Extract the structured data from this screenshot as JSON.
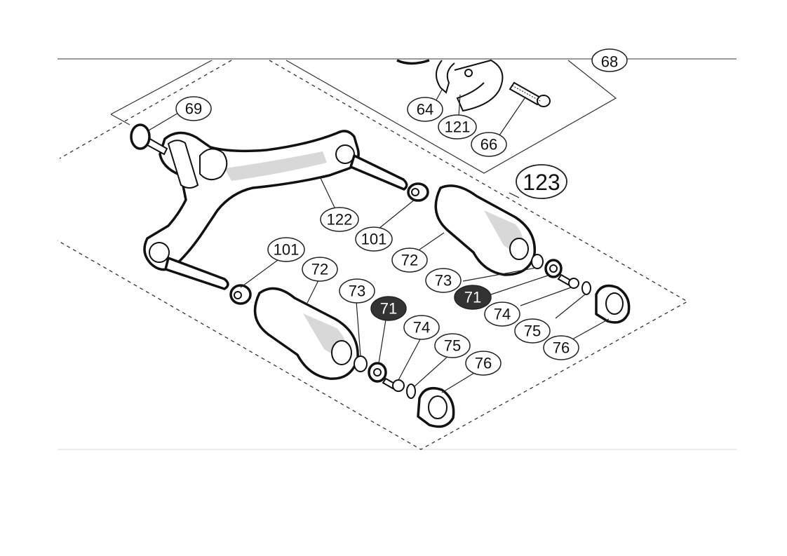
{
  "callouts": {
    "c68": "68",
    "c64": "64",
    "c121": "121",
    "c66": "66",
    "c69": "69",
    "c123": "123",
    "c122": "122",
    "c101_upper": "101",
    "c72_upper": "72",
    "c73_upper": "73",
    "c71_upper": "71",
    "c74_upper": "74",
    "c75_upper": "75",
    "c76_upper": "76",
    "c101_lower": "101",
    "c72_lower": "72",
    "c73_lower": "73",
    "c71_lower": "71",
    "c74_lower": "74",
    "c75_lower": "75",
    "c76_lower": "76"
  },
  "colors": {
    "highlight_callout_fill": "#333333",
    "line": "#111111",
    "rule_top": "#9a9a9a",
    "rule_bottom": "#e6e6e6"
  }
}
